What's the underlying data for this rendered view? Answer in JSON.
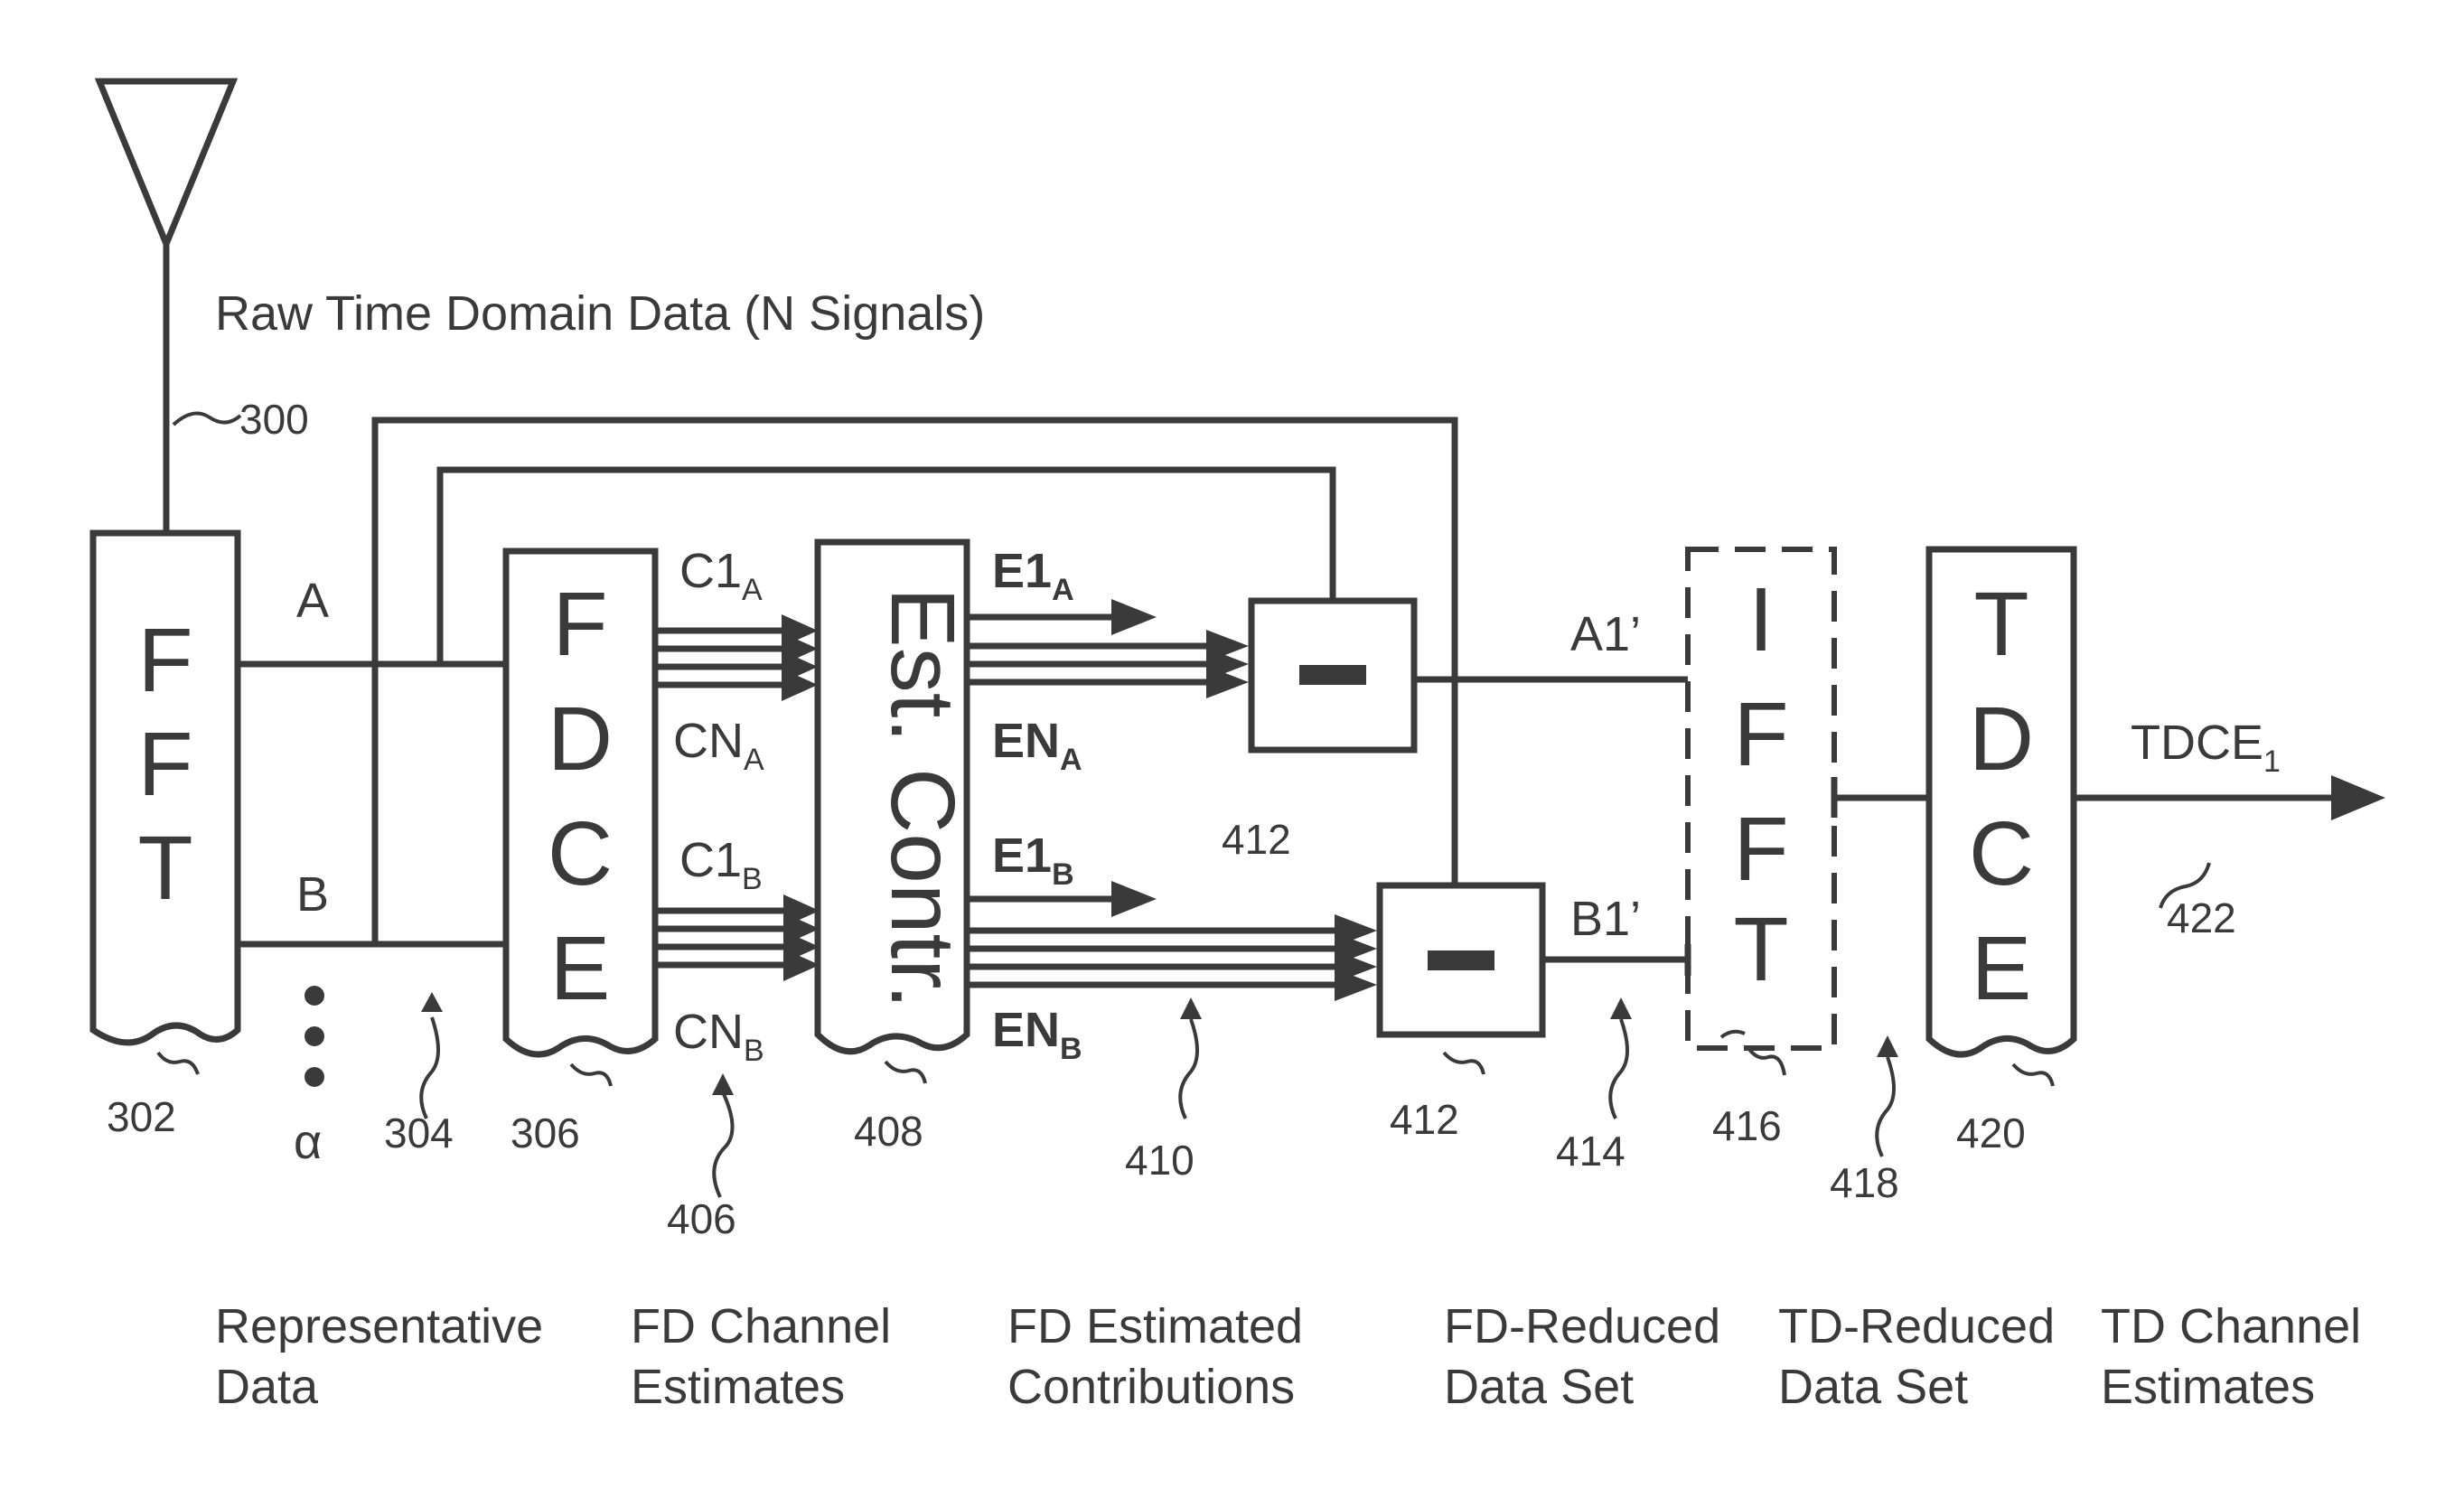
{
  "diagram": {
    "raw_input_label": "Raw Time Domain Data (N Signals)",
    "blocks": {
      "fft": {
        "letters": [
          "F",
          "F",
          "T"
        ],
        "ref": "302"
      },
      "fdce": {
        "letters": [
          "F",
          "D",
          "C",
          "E"
        ],
        "ref": "306"
      },
      "est_contr": {
        "text": "Est. Contr.",
        "ref": "408"
      },
      "subtract_a": {
        "symbol": "–",
        "ref": "412"
      },
      "subtract_b": {
        "symbol": "–",
        "ref": "412"
      },
      "ifft": {
        "letters": [
          "I",
          "F",
          "F",
          "T"
        ],
        "ref": "416"
      },
      "tdce": {
        "letters": [
          "T",
          "D",
          "C",
          "E"
        ],
        "ref": "420"
      }
    },
    "signals": {
      "a": "A",
      "b": "B",
      "alpha": "α",
      "c1a": {
        "main": "C1",
        "sub": "A"
      },
      "cna": {
        "main": "CN",
        "sub": "A"
      },
      "c1b": {
        "main": "C1",
        "sub": "B"
      },
      "cnb": {
        "main": "CN",
        "sub": "B"
      },
      "e1a": {
        "main": "E1",
        "sub": "A"
      },
      "ena": {
        "main": "EN",
        "sub": "A"
      },
      "e1b": {
        "main": "E1",
        "sub": "B"
      },
      "enb": {
        "main": "EN",
        "sub": "B"
      },
      "a1p": "A1’",
      "b1p": "B1’",
      "tdce1": {
        "main": "TDCE",
        "sub": "1"
      }
    },
    "refs": {
      "antenna_line": "300",
      "representative": "304",
      "fd_estimates": "406",
      "fd_contributions": "410",
      "fd_reduced": "414",
      "td_reduced": "418",
      "output": "422"
    },
    "captions": {
      "representative_data": [
        "Representative",
        "Data"
      ],
      "fd_channel_estimates": [
        "FD Channel",
        "Estimates"
      ],
      "fd_estimated_contributions": [
        "FD Estimated",
        "Contributions"
      ],
      "fd_reduced_data_set": [
        "FD-Reduced",
        "Data Set"
      ],
      "td_reduced_data_set": [
        "TD-Reduced",
        "Data Set"
      ],
      "td_channel_estimates": [
        "TD Channel",
        "Estimates"
      ]
    }
  }
}
